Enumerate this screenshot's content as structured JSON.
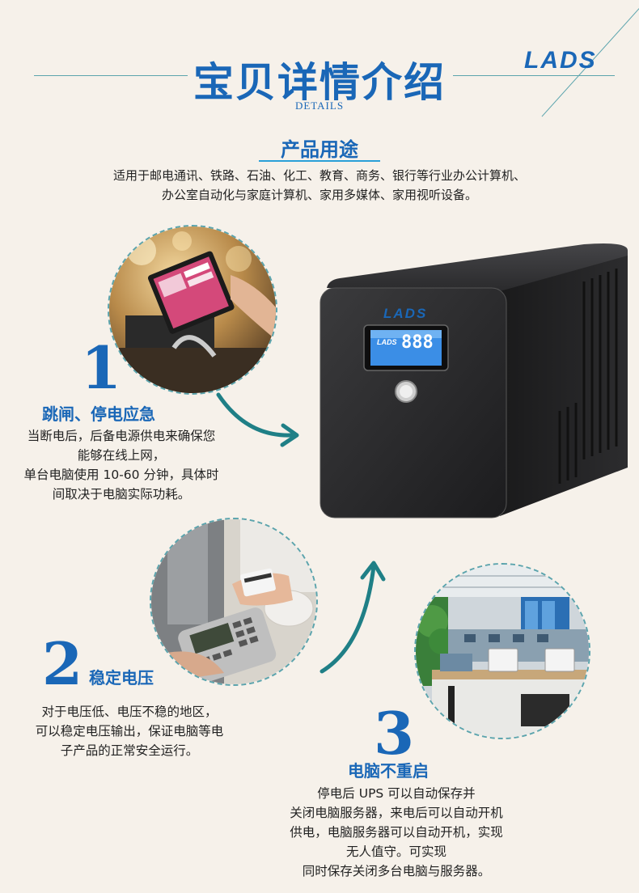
{
  "header": {
    "title": "宝贝详情介绍",
    "subtitle": "DETAILS",
    "brand": "LADS"
  },
  "usage": {
    "title": "产品用途",
    "lines": [
      "适用于邮电通讯、铁路、石油、化工、教育、商务、银行等行业办公计算机、",
      "办公室自动化与家庭计算机、家用多媒体、家用视听设备。"
    ]
  },
  "ups": {
    "brand": "LADS",
    "display_brand": "LADS",
    "display_digits": "888"
  },
  "features": [
    {
      "number": "1",
      "title": "跳闸、停电应急",
      "lines": [
        "当断电后，后备电源供电来确保您",
        "能够在线上网，",
        "单台电脑使用 10-60 分钟，具体时",
        "间取决于电脑实际功耗。"
      ]
    },
    {
      "number": "2",
      "title": "稳定电压",
      "lines": [
        "对于电压低、电压不稳的地区，",
        "可以稳定电压输出，保证电脑等电",
        "子产品的正常安全运行。"
      ]
    },
    {
      "number": "3",
      "title": "电脑不重启",
      "lines": [
        "停电后 UPS 可以自动保存并",
        "关闭电脑服务器，来电后可以自动开机",
        "供电，电脑服务器可以自动开机，实现",
        "无人值守。可实现",
        "同时保存关闭多台电脑与服务器。"
      ]
    }
  ],
  "colors": {
    "accent": "#1a67b7",
    "line": "#5ba4ad",
    "arrow": "#1f7f86",
    "background": "#f6f1ea"
  }
}
